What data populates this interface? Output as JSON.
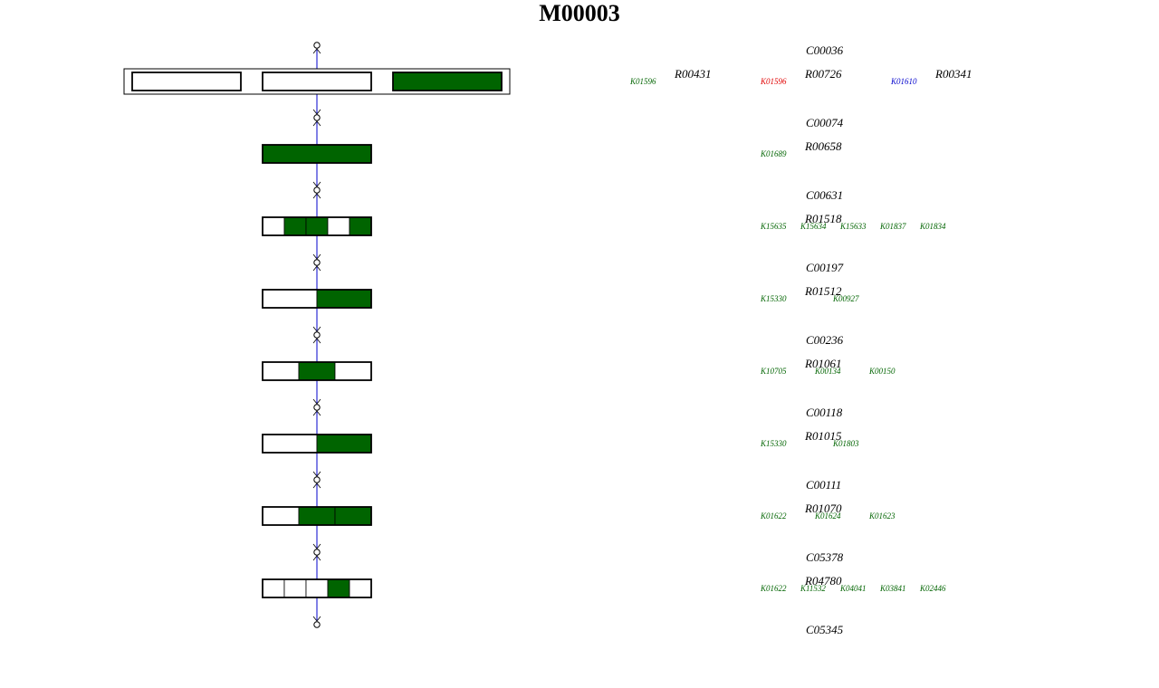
{
  "title": "M00003",
  "colors": {
    "filled": "#006400",
    "empty": "#ffffff",
    "flow": "#0000cc",
    "ko_green": "#006400",
    "ko_red": "#e00000",
    "ko_blue": "#0000cc",
    "text": "#000000"
  },
  "compounds": [
    "C00036",
    "C00074",
    "C00631",
    "C00197",
    "C00236",
    "C00118",
    "C00111",
    "C05378",
    "C05345"
  ],
  "steps": [
    {
      "blocks": [
        {
          "segments": [
            false
          ]
        },
        {
          "segments": [
            false
          ]
        },
        {
          "segments": [
            true
          ]
        }
      ],
      "reactions": [
        "R00431",
        "R00726",
        "R00341"
      ],
      "kos": [
        {
          "id": "K01596",
          "color": "green"
        },
        {
          "id": "K01596",
          "color": "red"
        },
        {
          "id": "K01610",
          "color": "blue"
        }
      ]
    },
    {
      "blocks": [
        {
          "segments": [
            true
          ]
        }
      ],
      "reactions": [
        "R00658"
      ],
      "kos": [
        {
          "id": "K01689",
          "color": "green"
        }
      ]
    },
    {
      "blocks": [
        {
          "segments": [
            false,
            true,
            true,
            false,
            true
          ]
        }
      ],
      "reactions": [
        "R01518"
      ],
      "kos": [
        {
          "id": "K15635",
          "color": "green"
        },
        {
          "id": "K15634",
          "color": "green"
        },
        {
          "id": "K15633",
          "color": "green"
        },
        {
          "id": "K01837",
          "color": "green"
        },
        {
          "id": "K01834",
          "color": "green"
        }
      ]
    },
    {
      "blocks": [
        {
          "segments": [
            false,
            true
          ]
        }
      ],
      "reactions": [
        "R01512"
      ],
      "kos": [
        {
          "id": "K15330",
          "color": "green"
        },
        {
          "id": "K00927",
          "color": "green"
        }
      ]
    },
    {
      "blocks": [
        {
          "segments": [
            false,
            true,
            false
          ]
        }
      ],
      "reactions": [
        "R01061"
      ],
      "kos": [
        {
          "id": "K10705",
          "color": "green"
        },
        {
          "id": "K00134",
          "color": "green"
        },
        {
          "id": "K00150",
          "color": "green"
        }
      ]
    },
    {
      "blocks": [
        {
          "segments": [
            false,
            true
          ]
        }
      ],
      "reactions": [
        "R01015"
      ],
      "kos": [
        {
          "id": "K15330",
          "color": "green"
        },
        {
          "id": "K01803",
          "color": "green"
        }
      ]
    },
    {
      "blocks": [
        {
          "segments": [
            false,
            true,
            true
          ]
        }
      ],
      "reactions": [
        "R01070"
      ],
      "kos": [
        {
          "id": "K01622",
          "color": "green"
        },
        {
          "id": "K01624",
          "color": "green"
        },
        {
          "id": "K01623",
          "color": "green"
        }
      ]
    },
    {
      "blocks": [
        {
          "segments": [
            false,
            false,
            false,
            true,
            false
          ]
        }
      ],
      "reactions": [
        "R04780"
      ],
      "kos": [
        {
          "id": "K01622",
          "color": "green"
        },
        {
          "id": "K11532",
          "color": "green"
        },
        {
          "id": "K04041",
          "color": "green"
        },
        {
          "id": "K03841",
          "color": "green"
        },
        {
          "id": "K02446",
          "color": "green"
        }
      ]
    }
  ]
}
